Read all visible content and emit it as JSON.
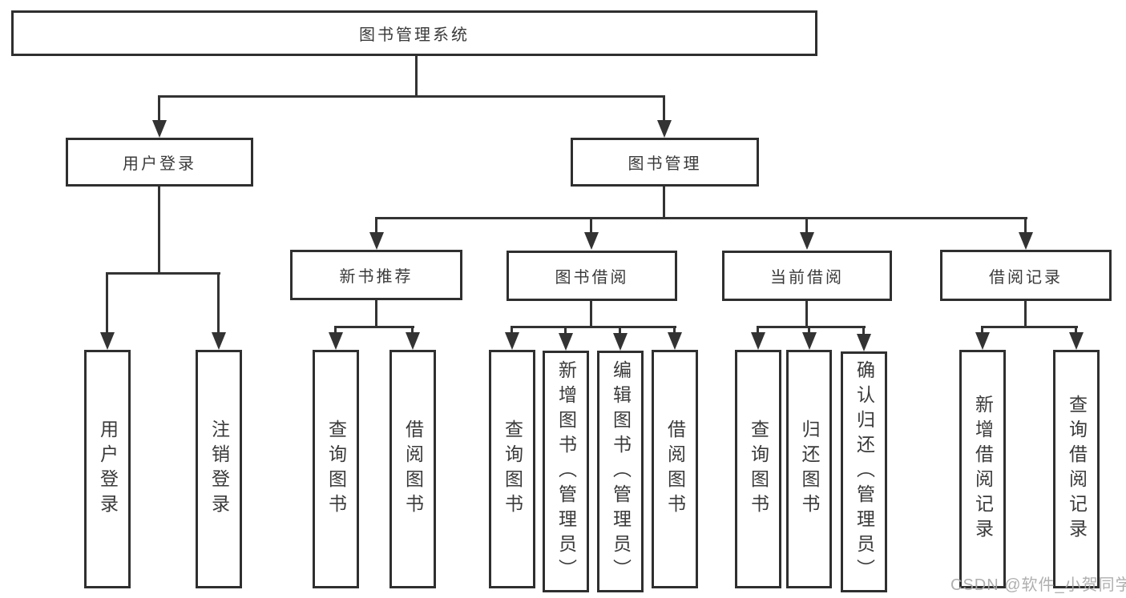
{
  "diagram": {
    "type": "hierarchy-tree",
    "title": "图书管理系统",
    "nodes": {
      "root": "图书管理系统",
      "user_login": "用户登录",
      "book_mgmt": "图书管理",
      "login": "用户登录",
      "logout": "注销登录",
      "new_books": "新书推荐",
      "borrow": "图书借阅",
      "current": "当前借阅",
      "records": "借阅记录",
      "nb_query": "查询图书",
      "nb_borrow": "借阅图书",
      "bw_query": "查询图书",
      "bw_add": "新增图书（管理员）",
      "bw_edit": "编辑图书（管理员）",
      "bw_borrow": "借阅图书",
      "cur_query": "查询图书",
      "cur_return": "归还图书",
      "cur_confirm": "确认归还（管理员）",
      "rec_add": "新增借阅记录",
      "rec_query": "查询借阅记录"
    },
    "edges": [
      [
        "图书管理系统",
        "用户登录"
      ],
      [
        "图书管理系统",
        "图书管理"
      ],
      [
        "用户登录",
        "用户登录"
      ],
      [
        "用户登录",
        "注销登录"
      ],
      [
        "图书管理",
        "新书推荐"
      ],
      [
        "图书管理",
        "图书借阅"
      ],
      [
        "图书管理",
        "当前借阅"
      ],
      [
        "图书管理",
        "借阅记录"
      ],
      [
        "新书推荐",
        "查询图书"
      ],
      [
        "新书推荐",
        "借阅图书"
      ],
      [
        "图书借阅",
        "查询图书"
      ],
      [
        "图书借阅",
        "新增图书（管理员）"
      ],
      [
        "图书借阅",
        "编辑图书（管理员）"
      ],
      [
        "图书借阅",
        "借阅图书"
      ],
      [
        "当前借阅",
        "查询图书"
      ],
      [
        "当前借阅",
        "归还图书"
      ],
      [
        "当前借阅",
        "确认归还（管理员）"
      ],
      [
        "借阅记录",
        "新增借阅记录"
      ],
      [
        "借阅记录",
        "查询借阅记录"
      ]
    ],
    "watermark": "CSDN @软件_小贺同学",
    "colors": {
      "line": "#333333",
      "border": "#2f2f2f",
      "text": "#3a3a3a",
      "background": "#ffffff",
      "watermark": "#a8a8a8"
    }
  }
}
